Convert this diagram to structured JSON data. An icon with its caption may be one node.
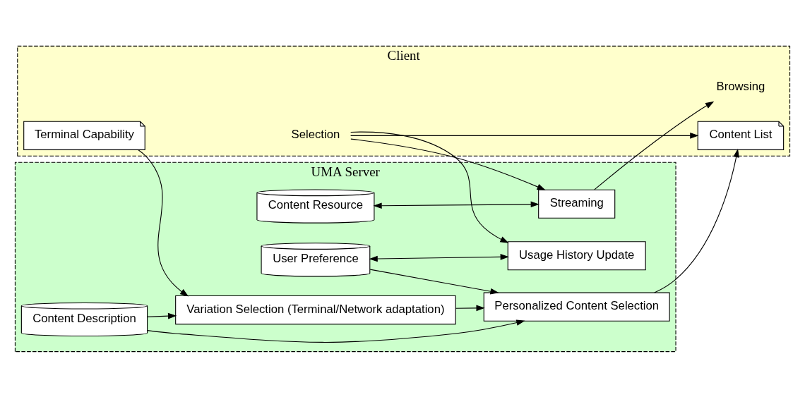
{
  "diagram": {
    "nodes": [
      {
        "text": [
          "UMA Server"
        ]
      },
      {
        "text": [
          "Content Resource"
        ],
        "in": 0
      },
      {
        "text": [
          "Variation Selection (Terminal/Network adaptation)"
        ],
        "in": 0
      },
      {
        "text": [
          "User Preference"
        ],
        "in": 0
      },
      {
        "text": [
          "Personalized Content Selection"
        ],
        "in": 0
      },
      {
        "text": [
          "Content Description"
        ],
        "in": 0
      },
      {
        "text": [
          "Usage History Update"
        ],
        "in": 0
      },
      {
        "text": [
          "Streaming"
        ],
        "in": 0
      },
      {
        "text": [
          "Client"
        ]
      },
      {
        "text": [
          "Terminal Capability"
        ],
        "in": 8
      },
      {
        "text": [
          "Content List"
        ],
        "in": 8
      },
      {
        "text": [
          "Selection"
        ],
        "in": 8
      },
      {
        "text": [
          "Browsing"
        ],
        "in": 8
      }
    ],
    "edges": [
      {
        "from": 9,
        "to": 2,
        "arrow": "to"
      },
      {
        "from": 2,
        "to": 4,
        "arrow": "to"
      },
      {
        "from": 3,
        "to": 4,
        "arrow": "to"
      },
      {
        "from": 5,
        "to": 2,
        "arrow": "to"
      },
      {
        "from": 5,
        "to": 4,
        "arrow": "to"
      },
      {
        "from": 3,
        "to": 6,
        "arrow": "both"
      },
      {
        "from": 4,
        "to": 10,
        "arrow": "to"
      },
      {
        "from": 11,
        "to": 10,
        "arrow": "to"
      },
      {
        "from": 11,
        "to": 6,
        "arrow": "to"
      },
      {
        "from": 11,
        "to": 7,
        "arrow": "to"
      },
      {
        "from": 1,
        "to": 7,
        "arrow": "both"
      },
      {
        "from": 7,
        "to": 12,
        "arrow": "to"
      }
    ]
  }
}
